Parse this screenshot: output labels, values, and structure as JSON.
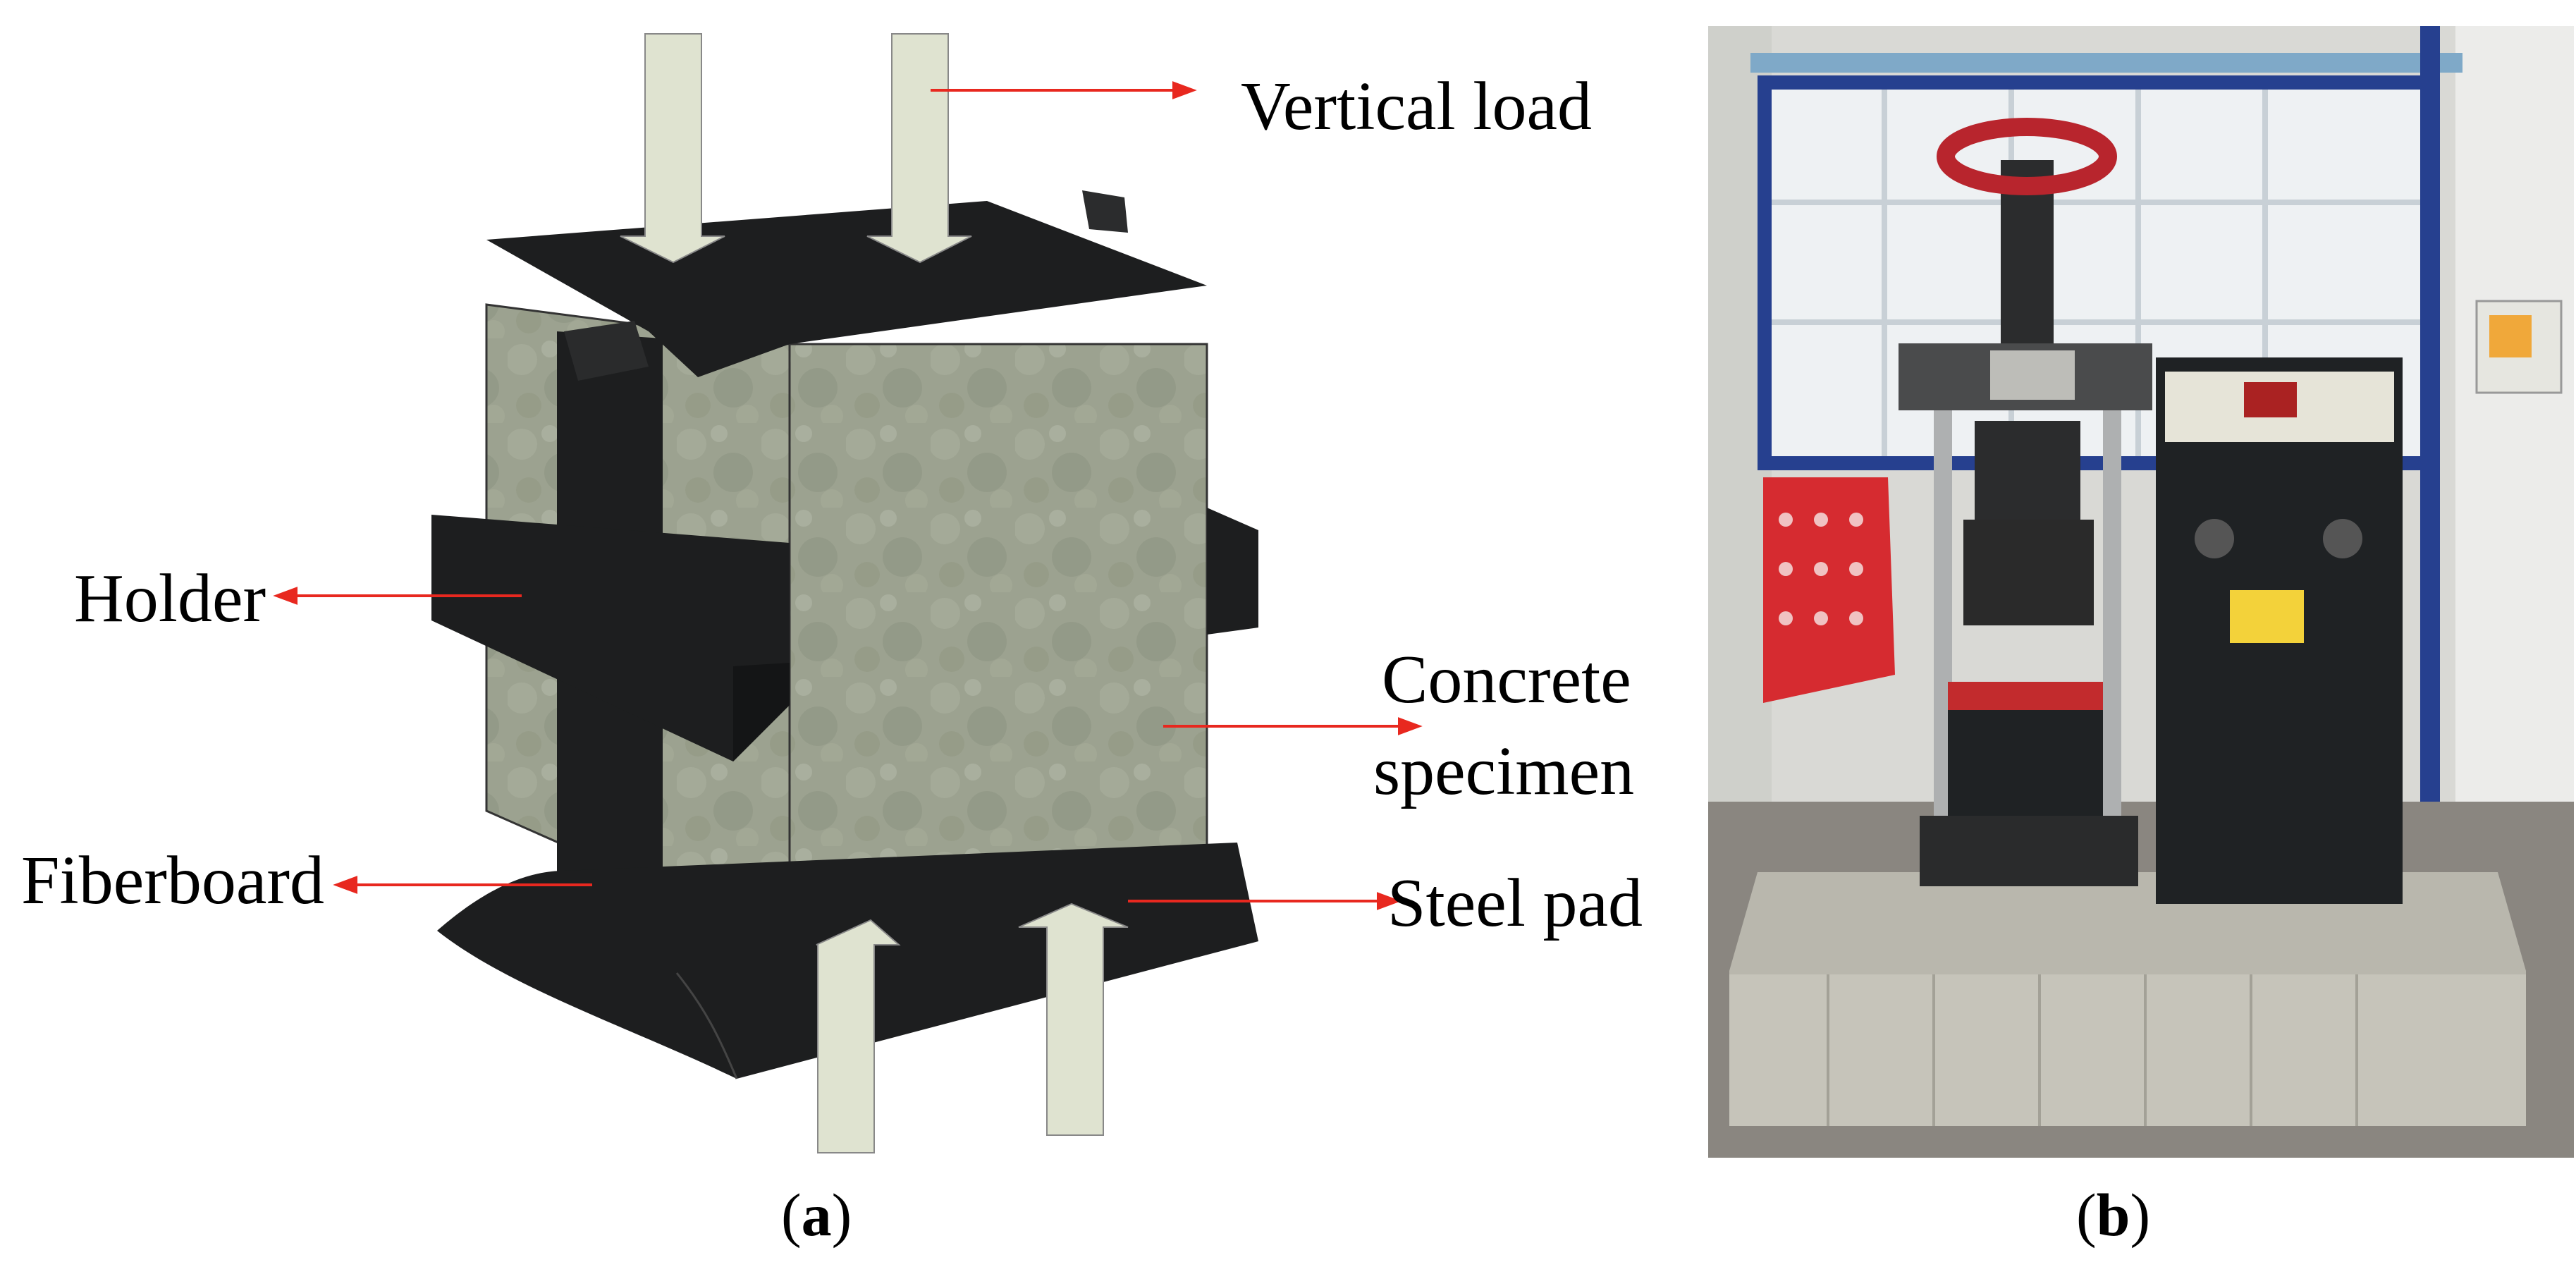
{
  "labels": {
    "vertical_load": "Vertical load",
    "holder": "Holder",
    "concrete_line1": "Concrete",
    "concrete_line2": "specimen",
    "fiberboard": "Fiberboard",
    "steel_pad": "Steel pad"
  },
  "captions": {
    "a": "a",
    "b": "b"
  },
  "colors": {
    "arrow_fill": "#dfe3d0",
    "dark_part": "#1d1e1f",
    "concrete": "#9aa08c",
    "leader_line": "#e8281f",
    "machine_body": "#1f2224",
    "handwheel": "#b8252d",
    "red_guard": "#d62b30",
    "base": "#bcbcb4"
  }
}
